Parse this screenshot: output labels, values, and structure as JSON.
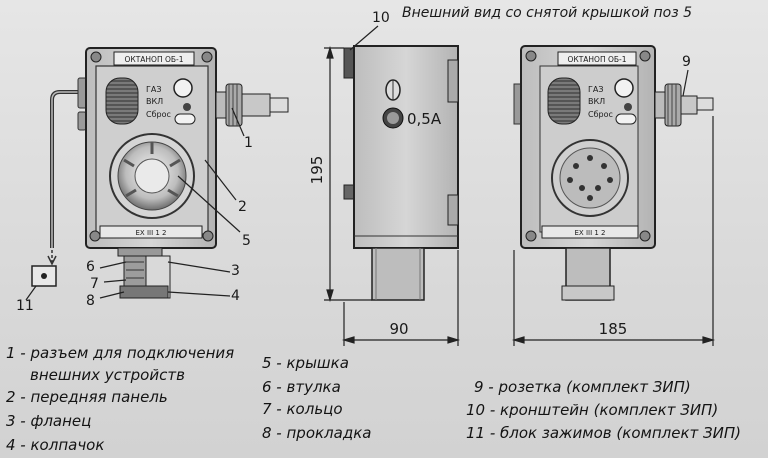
{
  "header": {
    "title": "Внешний вид со снятой крышкой  поз 5"
  },
  "device_labels": {
    "nameplate": "ОКТАНОП ОБ-1",
    "gas_mark": "ГАЗ",
    "vkl_mark": "ВКЛ",
    "sbros_mark": "Сброс",
    "bottom_plate": "ЕХ III 1 2"
  },
  "switch_label": "0,5А",
  "dimensions": {
    "height": "195",
    "depth": "90",
    "width": "185"
  },
  "callouts": [
    "1",
    "2",
    "3",
    "4",
    "5",
    "6",
    "7",
    "8",
    "9",
    "10",
    "11"
  ],
  "legend": {
    "col1": [
      "1 - разъем для подключения",
      "внешних устройств",
      "2 - передняя панель",
      "3 - фланец",
      "4 - колпачок"
    ],
    "col2": [
      "5 - крышка",
      "6 - втулка",
      "7 - кольцо",
      "8 - прокладка"
    ],
    "col3": [
      "9 - розетка (комплект ЗИП)",
      "10 - кронштейн (комплект ЗИП)",
      "11 - блок зажимов (комплект ЗИП)"
    ]
  }
}
